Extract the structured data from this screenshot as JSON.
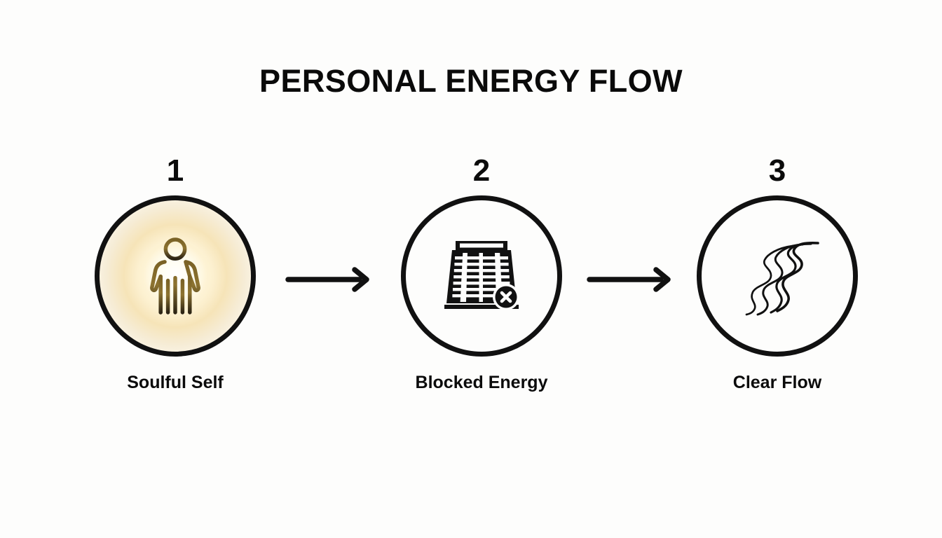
{
  "title": "PERSONAL ENERGY FLOW",
  "background_color": "#fdfdfc",
  "accent_color": "#e8c97a",
  "stroke_color": "#111111",
  "steps": [
    {
      "number": "1",
      "label": "Soulful Self",
      "icon": "person-glow-icon"
    },
    {
      "number": "2",
      "label": "Blocked Energy",
      "icon": "blocked-building-icon"
    },
    {
      "number": "3",
      "label": "Clear Flow",
      "icon": "flowing-water-icon"
    }
  ],
  "connectors": [
    {
      "name": "arrow-1",
      "from": "1",
      "to": "2"
    },
    {
      "name": "arrow-2",
      "from": "2",
      "to": "3"
    }
  ]
}
